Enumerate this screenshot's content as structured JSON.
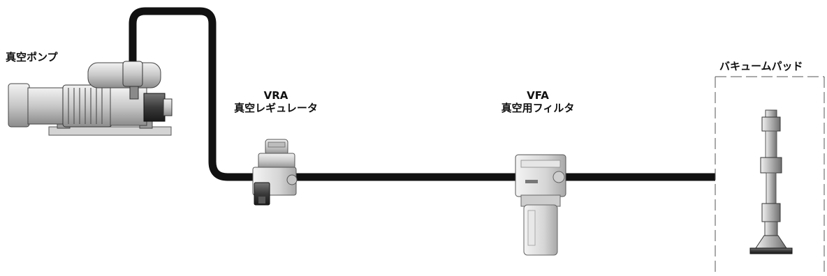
{
  "labels": {
    "pump": "真空ポンプ",
    "regulator_model": "VRA",
    "regulator_name": "真空レギュレータ",
    "filter_model": "VFA",
    "filter_name": "真空用フィルタ",
    "pad": "バキュームパッド"
  },
  "colors": {
    "pipe": "#111111",
    "equipment_body": "#dcdcdc",
    "equipment_dark": "#3a3a3a",
    "text": "#111111"
  }
}
